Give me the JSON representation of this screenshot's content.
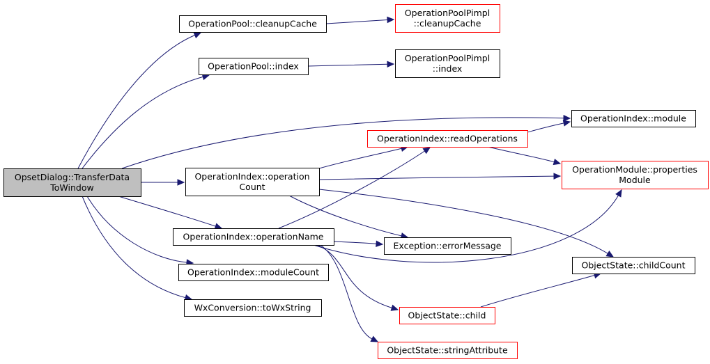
{
  "colors": {
    "edge": "#191970",
    "root_fill": "#bfbfbf",
    "node_fill": "#ffffff",
    "border_normal": "#000000",
    "border_incomplete": "#ff0000"
  },
  "nodes": [
    {
      "id": "root",
      "lines": [
        "OpsetDialog::TransferData",
        "ToWindow"
      ],
      "style": "root"
    },
    {
      "id": "pool_cleanup",
      "lines": [
        "OperationPool::cleanupCache"
      ],
      "style": "normal"
    },
    {
      "id": "poolpimpl_cleanup",
      "lines": [
        "OperationPoolPimpl",
        "::cleanupCache"
      ],
      "style": "incomplete"
    },
    {
      "id": "pool_index",
      "lines": [
        "OperationPool::index"
      ],
      "style": "normal"
    },
    {
      "id": "poolpimpl_index",
      "lines": [
        "OperationPoolPimpl",
        "::index"
      ],
      "style": "normal"
    },
    {
      "id": "index_module",
      "lines": [
        "OperationIndex::module"
      ],
      "style": "normal"
    },
    {
      "id": "index_readops",
      "lines": [
        "OperationIndex::readOperations"
      ],
      "style": "incomplete"
    },
    {
      "id": "index_opcount",
      "lines": [
        "OperationIndex::operation",
        "Count"
      ],
      "style": "normal"
    },
    {
      "id": "module_props",
      "lines": [
        "OperationModule::properties",
        "Module"
      ],
      "style": "incomplete"
    },
    {
      "id": "index_opname",
      "lines": [
        "OperationIndex::operationName"
      ],
      "style": "normal"
    },
    {
      "id": "exception_msg",
      "lines": [
        "Exception::errorMessage"
      ],
      "style": "normal"
    },
    {
      "id": "objstate_childcount",
      "lines": [
        "ObjectState::childCount"
      ],
      "style": "normal"
    },
    {
      "id": "index_modulecount",
      "lines": [
        "OperationIndex::moduleCount"
      ],
      "style": "normal"
    },
    {
      "id": "objstate_child",
      "lines": [
        "ObjectState::child"
      ],
      "style": "incomplete"
    },
    {
      "id": "wx_towxstring",
      "lines": [
        "WxConversion::toWxString"
      ],
      "style": "normal"
    },
    {
      "id": "objstate_strattr",
      "lines": [
        "ObjectState::stringAttribute"
      ],
      "style": "incomplete"
    }
  ],
  "edges": [
    {
      "from": "root",
      "to": "pool_cleanup"
    },
    {
      "from": "root",
      "to": "pool_index"
    },
    {
      "from": "root",
      "to": "index_module"
    },
    {
      "from": "root",
      "to": "index_opcount"
    },
    {
      "from": "root",
      "to": "index_opname"
    },
    {
      "from": "root",
      "to": "index_modulecount"
    },
    {
      "from": "root",
      "to": "wx_towxstring"
    },
    {
      "from": "pool_cleanup",
      "to": "poolpimpl_cleanup"
    },
    {
      "from": "pool_index",
      "to": "poolpimpl_index"
    },
    {
      "from": "index_readops",
      "to": "index_module"
    },
    {
      "from": "index_readops",
      "to": "module_props"
    },
    {
      "from": "index_opcount",
      "to": "index_readops"
    },
    {
      "from": "index_opcount",
      "to": "module_props"
    },
    {
      "from": "index_opcount",
      "to": "exception_msg"
    },
    {
      "from": "index_opcount",
      "to": "objstate_childcount"
    },
    {
      "from": "index_opname",
      "to": "index_readops"
    },
    {
      "from": "index_opname",
      "to": "exception_msg"
    },
    {
      "from": "index_opname",
      "to": "module_props"
    },
    {
      "from": "index_opname",
      "to": "objstate_child"
    },
    {
      "from": "index_opname",
      "to": "objstate_strattr"
    },
    {
      "from": "objstate_child",
      "to": "objstate_childcount"
    }
  ]
}
